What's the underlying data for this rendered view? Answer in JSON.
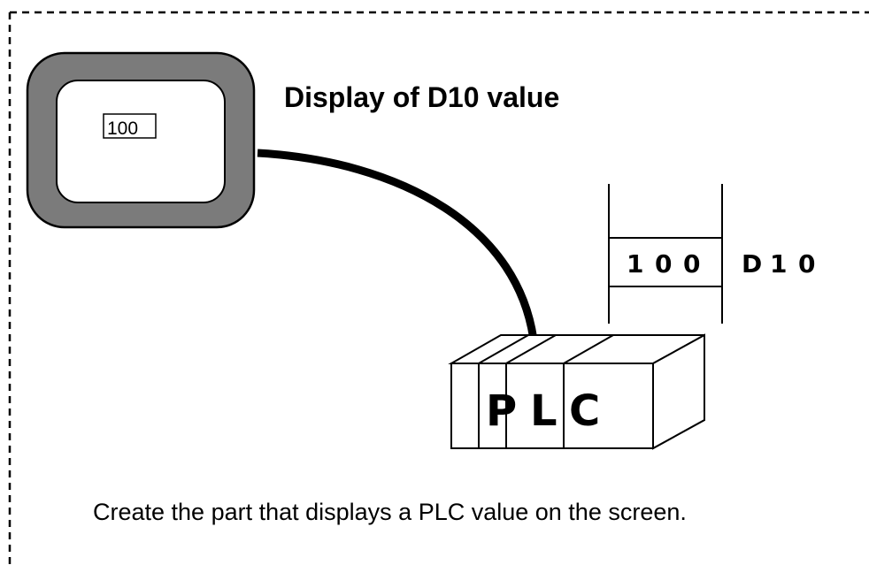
{
  "title": "Display of D10 value",
  "screen_value": "100",
  "register": {
    "value_digits": [
      "1",
      "0",
      "0"
    ],
    "name_chars": [
      "D",
      "1",
      "0"
    ]
  },
  "plc_letters": [
    "P",
    "L",
    "C"
  ],
  "caption": "Create the part that displays a PLC value on the screen."
}
